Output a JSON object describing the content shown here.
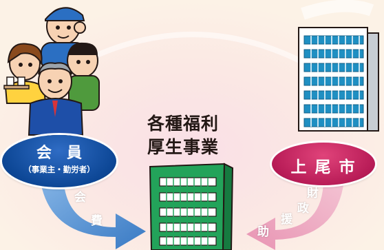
{
  "center": {
    "title_line1": "各種福利",
    "title_line2": "厚生事業"
  },
  "member": {
    "label": "会　員",
    "sub_label": "（事業主・勤労者）",
    "arrow_chars": [
      "会",
      "費"
    ]
  },
  "city": {
    "label": "上 尾 市",
    "arrow_chars": [
      "財",
      "政",
      "援",
      "助"
    ]
  },
  "colors": {
    "member_blue": "#0d4796",
    "city_magenta": "#b81c57",
    "building_green": "#23a35a",
    "arrow_blue": "#3f84cc",
    "arrow_pink": "#e9a6bf",
    "background": "#fcf2e6"
  }
}
